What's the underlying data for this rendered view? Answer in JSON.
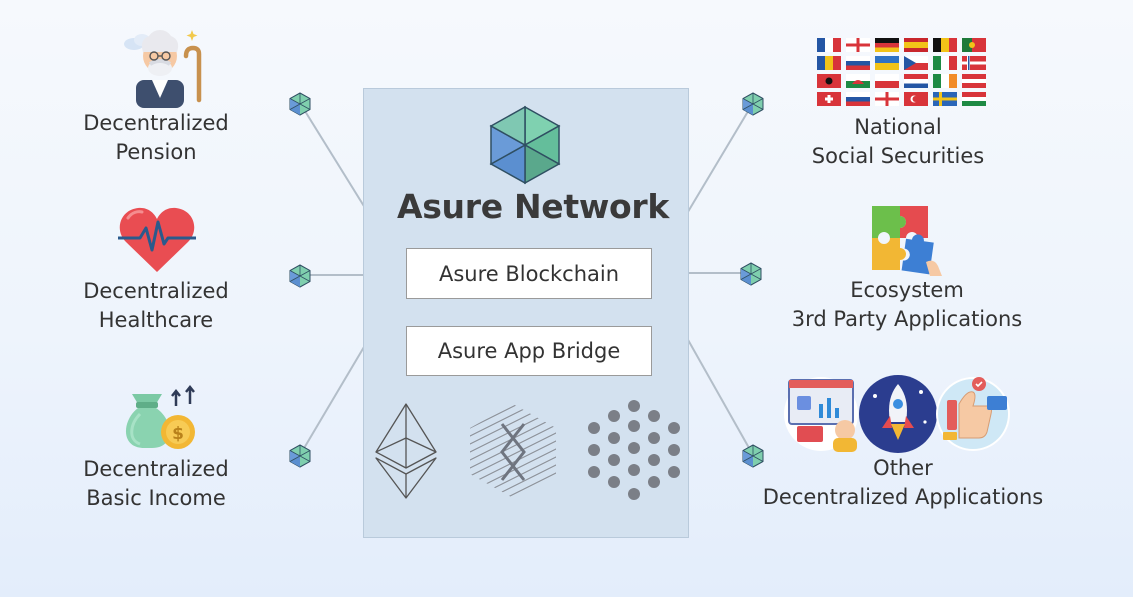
{
  "center": {
    "title": "Asure Network",
    "blockchain_label": "Asure Blockchain",
    "bridge_label": "Asure App Bridge"
  },
  "left": [
    {
      "line1": "Decentralized",
      "line2": "Pension",
      "icon": "elderly-man-icon"
    },
    {
      "line1": "Decentralized",
      "line2": "Healthcare",
      "icon": "heart-pulse-icon"
    },
    {
      "line1": "Decentralized",
      "line2": "Basic Income",
      "icon": "money-bag-icon"
    }
  ],
  "right": [
    {
      "line1": "National",
      "line2": "Social Securities",
      "icon": "flags-icon"
    },
    {
      "line1": "Ecosystem",
      "line2": "3rd Party Applications",
      "icon": "puzzle-icon"
    },
    {
      "line1": "Other",
      "line2": "Decentralized Applications",
      "icon": "apps-icon"
    }
  ],
  "colors": {
    "panel": "#d3e1ef",
    "hex_green": "#6cc3a0",
    "hex_blue": "#5b8fd0",
    "hex_dark": "#2f4f62",
    "line": "#b3bec9"
  }
}
